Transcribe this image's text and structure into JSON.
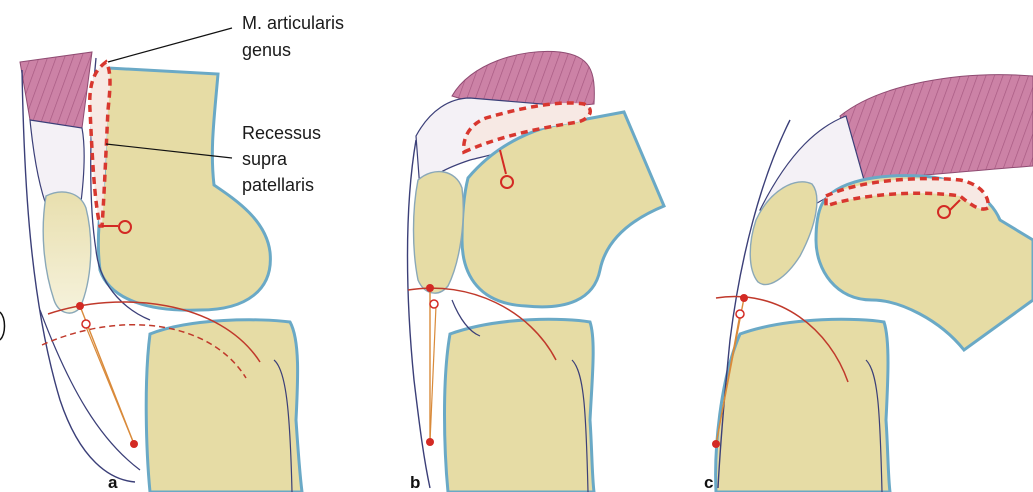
{
  "labels": {
    "articularis_line1": "M. articularis",
    "articularis_line2": "genus",
    "recessus_line1": "Recessus",
    "recessus_line2": "supra",
    "recessus_line3": "patellaris"
  },
  "panels": {
    "a": "a",
    "b": "b",
    "c": "c"
  },
  "colors": {
    "bone_fill": "#e6dca5",
    "bone_outline": "#6aa9c6",
    "muscle": "#c97aa0",
    "recess_dash": "#d8372f",
    "ligament": "#3b3f78",
    "marker_red": "#d32a24",
    "axis_orange": "#d98a3a"
  }
}
